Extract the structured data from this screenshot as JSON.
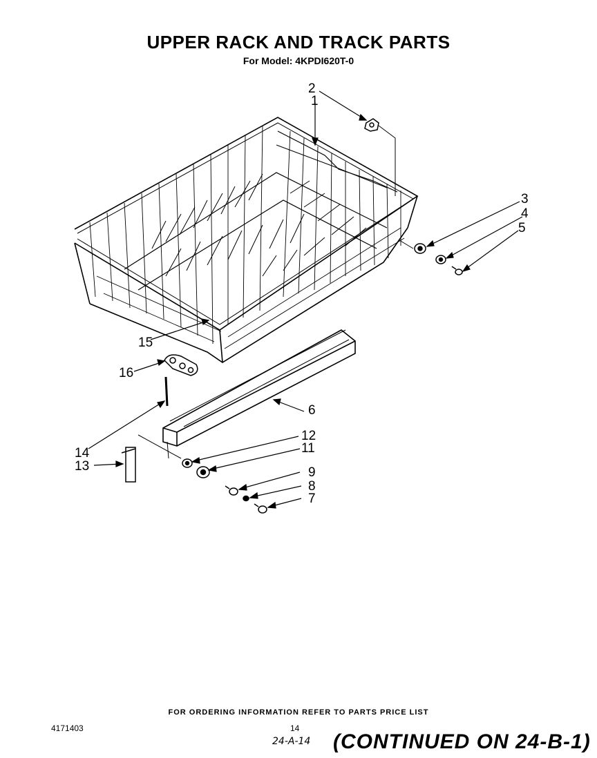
{
  "header": {
    "title": "UPPER RACK AND TRACK PARTS",
    "subtitle": "For Model: 4KPDI620T-0"
  },
  "callouts": {
    "c1": "1",
    "c2": "2",
    "c3": "3",
    "c4": "4",
    "c5": "5",
    "c6": "6",
    "c7": "7",
    "c8": "8",
    "c9": "9",
    "c11": "11",
    "c12": "12",
    "c13": "13",
    "c14": "14",
    "c15": "15",
    "c16": "16"
  },
  "footer": {
    "ordering_note": "FOR ORDERING INFORMATION REFER TO PARTS PRICE LIST",
    "doc_number": "4171403",
    "page_number": "14",
    "handwritten_ref": "24-A-14",
    "continued": "(CONTINUED ON 24-B-1)"
  }
}
